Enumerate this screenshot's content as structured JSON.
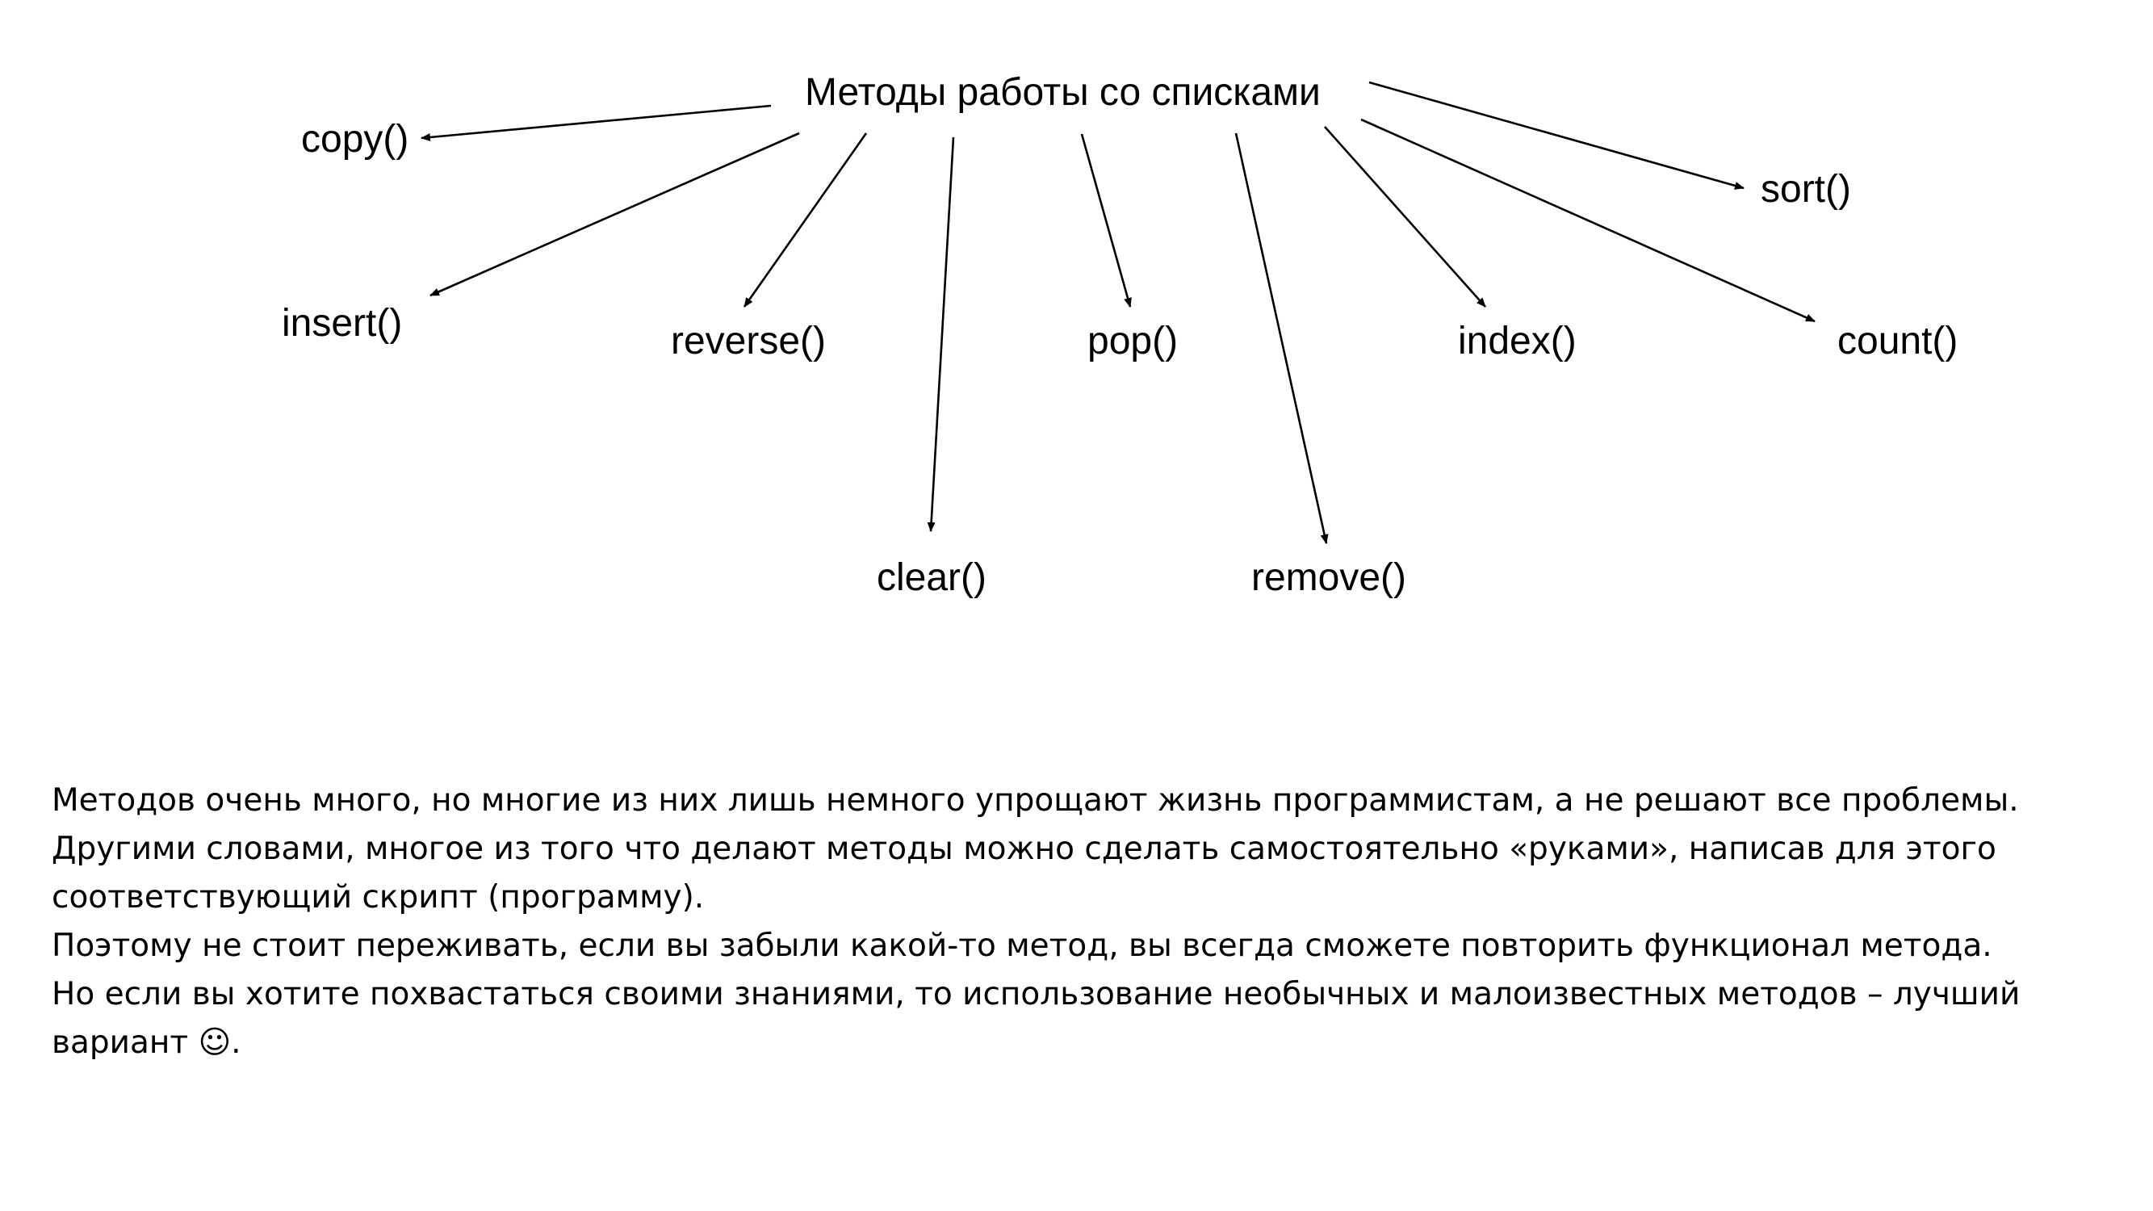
{
  "diagram": {
    "root": "Методы работы со списками",
    "methods": {
      "copy": "copy()",
      "insert": "insert()",
      "reverse": "reverse()",
      "clear": "clear()",
      "pop": "pop()",
      "remove": "remove()",
      "index": "index()",
      "count": "count()",
      "sort": "sort()"
    },
    "edges": [
      [
        "root",
        "copy"
      ],
      [
        "root",
        "insert"
      ],
      [
        "root",
        "reverse"
      ],
      [
        "root",
        "clear"
      ],
      [
        "root",
        "pop"
      ],
      [
        "root",
        "remove"
      ],
      [
        "root",
        "index"
      ],
      [
        "root",
        "count"
      ],
      [
        "root",
        "sort"
      ]
    ]
  },
  "description": {
    "lines": [
      "Методов очень много, но многие из них лишь немного упрощают жизнь программистам, а не решают все проблемы.",
      "Другими словами, многое из того что делают методы можно сделать самостоятельно «руками», написав для этого",
      "соответствующий скрипт (программу).",
      "Поэтому не стоит переживать, если вы забыли какой-то метод, вы всегда сможете повторить функционал метода.",
      "Но если вы хотите похвастаться своими знаниями, то использование необычных и малоизвестных методов – лучший",
      "вариант ☺."
    ]
  }
}
